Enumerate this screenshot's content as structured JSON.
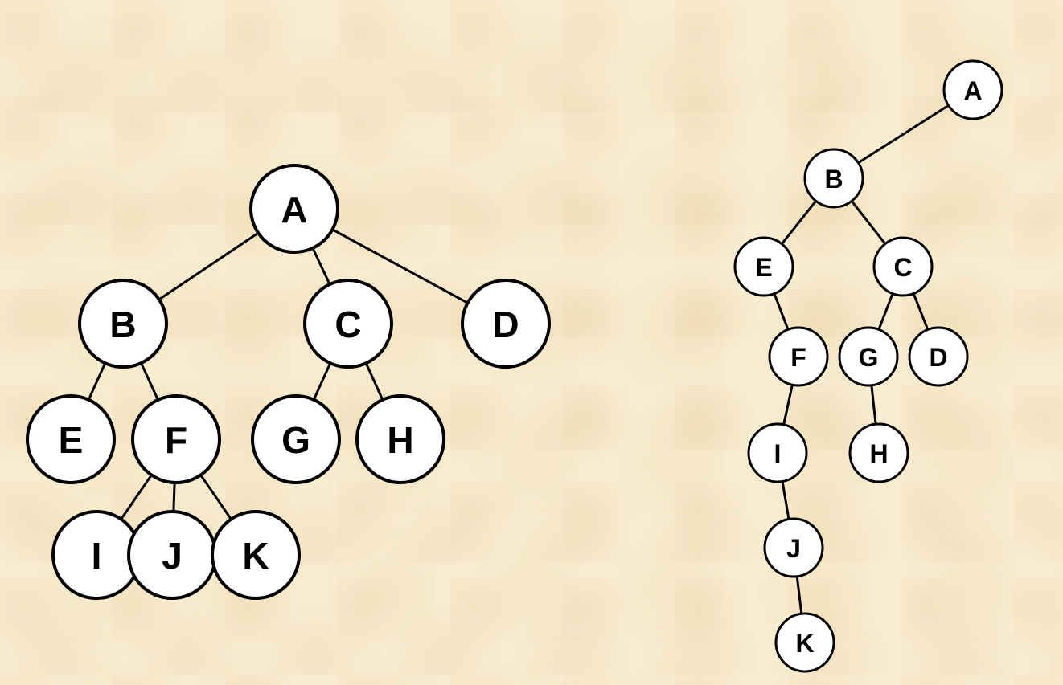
{
  "trees": [
    {
      "name": "general-tree",
      "nodes": [
        {
          "id": "A",
          "label": "A"
        },
        {
          "id": "B",
          "label": "B"
        },
        {
          "id": "C",
          "label": "C"
        },
        {
          "id": "D",
          "label": "D"
        },
        {
          "id": "E",
          "label": "E"
        },
        {
          "id": "F",
          "label": "F"
        },
        {
          "id": "G",
          "label": "G"
        },
        {
          "id": "H",
          "label": "H"
        },
        {
          "id": "I",
          "label": "I"
        },
        {
          "id": "J",
          "label": "J"
        },
        {
          "id": "K",
          "label": "K"
        }
      ],
      "edges": [
        [
          "A",
          "B"
        ],
        [
          "A",
          "C"
        ],
        [
          "A",
          "D"
        ],
        [
          "B",
          "E"
        ],
        [
          "B",
          "F"
        ],
        [
          "C",
          "G"
        ],
        [
          "C",
          "H"
        ],
        [
          "F",
          "I"
        ],
        [
          "F",
          "J"
        ],
        [
          "F",
          "K"
        ]
      ]
    },
    {
      "name": "binary-tree",
      "nodes": [
        {
          "id": "A",
          "label": "A"
        },
        {
          "id": "B",
          "label": "B"
        },
        {
          "id": "E",
          "label": "E"
        },
        {
          "id": "C",
          "label": "C"
        },
        {
          "id": "F",
          "label": "F"
        },
        {
          "id": "G",
          "label": "G"
        },
        {
          "id": "D",
          "label": "D"
        },
        {
          "id": "I",
          "label": "I"
        },
        {
          "id": "H",
          "label": "H"
        },
        {
          "id": "J",
          "label": "J"
        },
        {
          "id": "K",
          "label": "K"
        }
      ],
      "edges": [
        [
          "A",
          "B"
        ],
        [
          "B",
          "E"
        ],
        [
          "B",
          "C"
        ],
        [
          "E",
          "F"
        ],
        [
          "C",
          "G"
        ],
        [
          "C",
          "D"
        ],
        [
          "F",
          "I"
        ],
        [
          "G",
          "H"
        ],
        [
          "I",
          "J"
        ],
        [
          "J",
          "K"
        ]
      ]
    }
  ],
  "colors": {
    "background": "#f8ebcf",
    "node_fill": "#ffffff",
    "node_stroke": "#000000",
    "edge": "#000000",
    "label": "#000000"
  }
}
